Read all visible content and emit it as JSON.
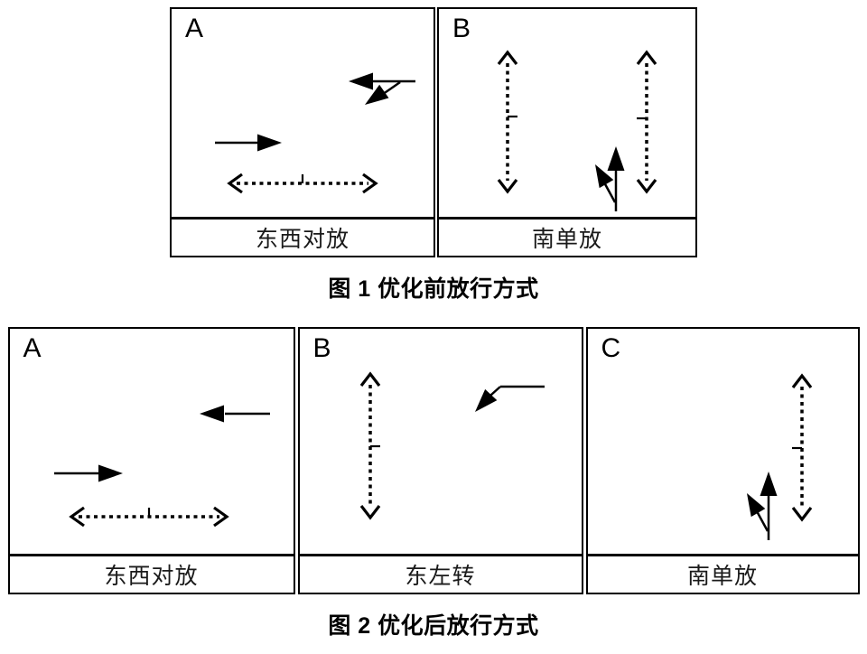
{
  "page": {
    "background_color": "#ffffff",
    "ink_color": "#000000",
    "border_color": "#000000"
  },
  "figures": [
    {
      "caption": "图 1 优化前放行方式",
      "panels": [
        {
          "letter": "A",
          "label": "东西对放",
          "movements": [
            "westbound-through-arrow",
            "westbound-left-turn-arrow",
            "eastbound-through-arrow",
            "east-west-pedestrian-crossing-arrow"
          ]
        },
        {
          "letter": "B",
          "label": "南单放",
          "movements": [
            "left-pedestrian-crossing-arrow",
            "right-pedestrian-crossing-arrow",
            "southbound-through-arrow",
            "southbound-left-turn-arrow"
          ]
        }
      ]
    },
    {
      "caption": "图 2 优化后放行方式",
      "panels": [
        {
          "letter": "A",
          "label": "东西对放",
          "movements": [
            "westbound-through-arrow",
            "eastbound-through-arrow",
            "east-west-pedestrian-crossing-arrow"
          ]
        },
        {
          "letter": "B",
          "label": "东左转",
          "movements": [
            "pedestrian-crossing-arrow",
            "eastbound-left-turn-arrow"
          ]
        },
        {
          "letter": "C",
          "label": "南单放",
          "movements": [
            "pedestrian-crossing-arrow",
            "southbound-through-arrow",
            "southbound-left-turn-arrow"
          ]
        }
      ]
    }
  ]
}
